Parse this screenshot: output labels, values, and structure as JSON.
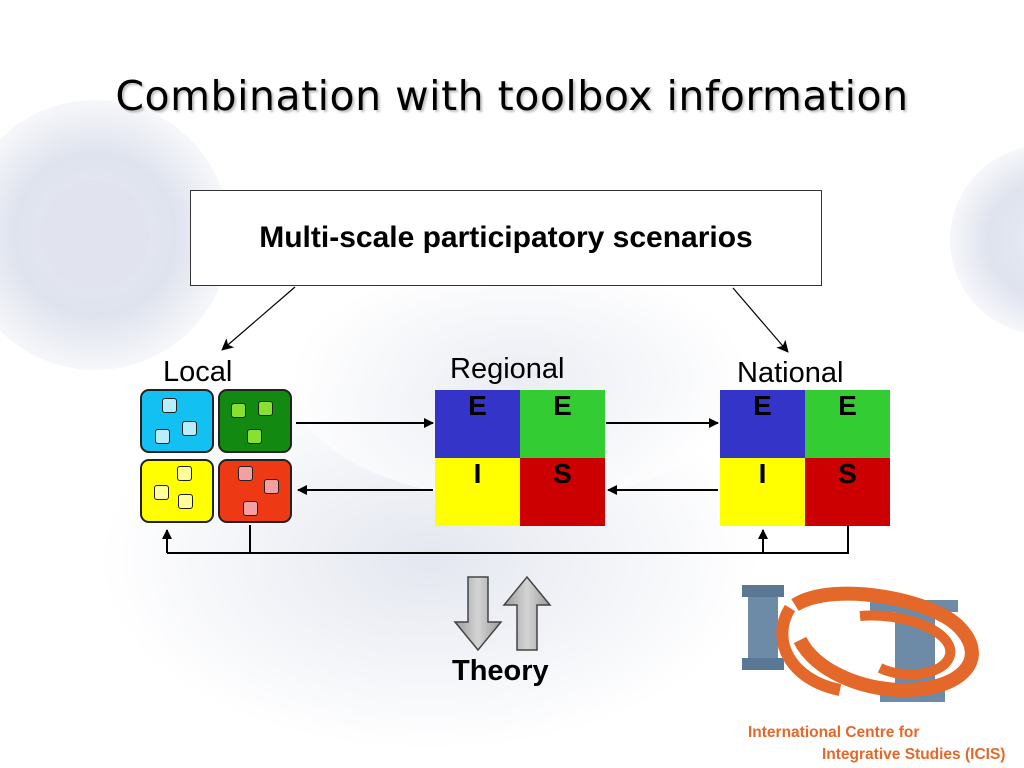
{
  "slide": {
    "title": "Combination with toolbox information",
    "scenario_box": "Multi-scale participatory scenarios",
    "labels": {
      "local": "Local",
      "regional": "Regional",
      "national": "National",
      "theory": "Theory"
    },
    "matrix_cells": {
      "top_left": "E",
      "top_right": "E",
      "bottom_left": "I",
      "bottom_right": "S"
    },
    "colors": {
      "cyan": "#12c0f2",
      "green": "#128a12",
      "yellow": "#ffff00",
      "red": "#ee3a14",
      "blue": "#3434c8",
      "bright_green": "#33cc33",
      "dark_red": "#cc0000",
      "light_cyan": "#b8eefc",
      "light_green": "#88e030",
      "light_yellow": "#ffff99",
      "pink": "#f4a0a0",
      "icis_orange": "#e4682a"
    },
    "logo": {
      "name": "ICIS",
      "line1": "International Centre for",
      "line2": "Integrative Studies (ICIS)"
    }
  }
}
